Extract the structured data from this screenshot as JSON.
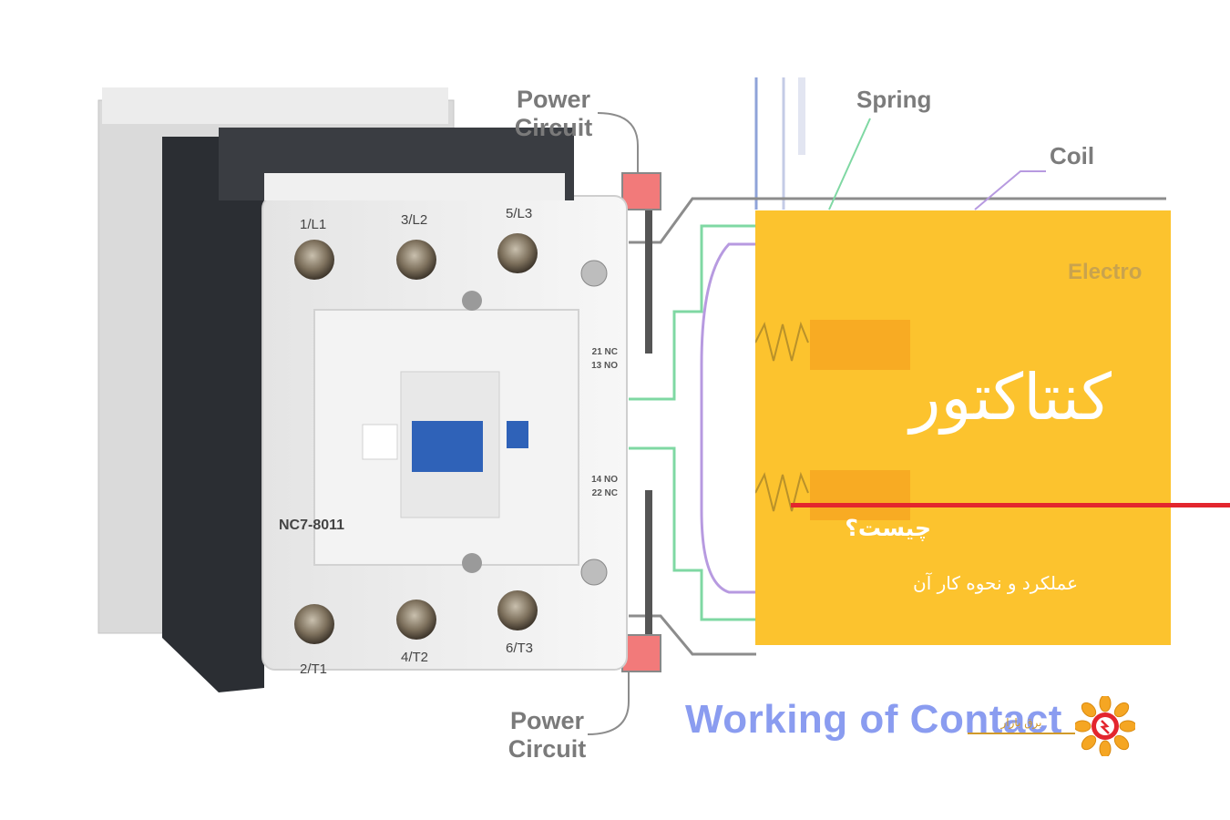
{
  "diagram": {
    "labels": {
      "power_circuit_top": "Power Circuit",
      "power_circuit_bottom": "Power Circuit",
      "spring": "Spring",
      "coil": "Coil",
      "electro": "Electro",
      "working_title": "Working of Contact"
    },
    "device": {
      "model": "NC7-8011",
      "top_terminals": [
        "1/L1",
        "3/L2",
        "5/L3"
      ],
      "bottom_terminals": [
        "2/T1",
        "4/T2",
        "6/T3"
      ],
      "aux_top": [
        "21 NC",
        "13 NO"
      ],
      "aux_bottom": [
        "14 NO",
        "22 NC"
      ]
    },
    "colors": {
      "card": "#fcbe1e",
      "accent_line": "#e3262e",
      "title_blue": "#8a9cf0",
      "wire_green": "#7fd8a3",
      "wire_purple": "#b79ae0",
      "wire_gray": "#8c8c8c",
      "contact_red": "#f27a7a"
    }
  },
  "overlay": {
    "title": "کنتاکتور",
    "subtitle": "چیست؟",
    "description": "عملکرد و نحوه کار آن",
    "logo_text": "برق بازار",
    "logo_icon": "sunflower-plug-icon"
  }
}
